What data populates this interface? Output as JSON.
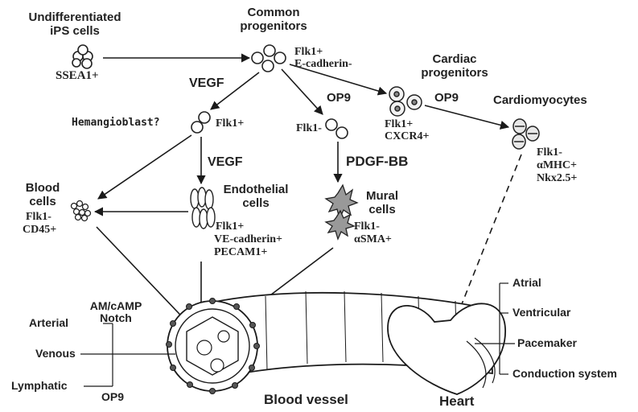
{
  "nodes": {
    "ips": {
      "title_line1": "Undifferentiated",
      "title_line2": "iPS cells",
      "marker": "SSEA1+"
    },
    "common": {
      "title_line1": "Common",
      "title_line2": "progenitors",
      "marker1": "Flk1+",
      "marker2": "E-cadherin-"
    },
    "cardiac": {
      "title_line1": "Cardiac",
      "title_line2": "progenitors",
      "marker1": "Flk1+",
      "marker2": "CXCR4+"
    },
    "cardiomyocytes": {
      "title": "Cardiomyocytes",
      "marker1": "Flk1-",
      "marker2": "αMHC+",
      "marker3": "Nkx2.5+"
    },
    "hemangioblast": {
      "title": "Hemangioblast?",
      "marker": "Flk1+"
    },
    "flk_neg": {
      "marker": "Flk1-"
    },
    "blood": {
      "title_line1": "Blood",
      "title_line2": "cells",
      "marker1": "Flk1-",
      "marker2": "CD45+"
    },
    "endothelial": {
      "title_line1": "Endothelial",
      "title_line2": "cells",
      "marker1": "Flk1+",
      "marker2": "VE-cadherin+",
      "marker3": "PECAM1+"
    },
    "mural": {
      "title_line1": "Mural",
      "title_line2": "cells",
      "marker1": "Flk1-",
      "marker2": "αSMA+"
    }
  },
  "factors": {
    "vegf_top": "VEGF",
    "vegf_mid": "VEGF",
    "op9_left": "OP9",
    "op9_right": "OP9",
    "pdgf": "PDGF-BB",
    "am_camp": "AM/cAMP",
    "notch": "Notch",
    "op9_bottom": "OP9"
  },
  "vessel": {
    "label": "Blood vessel",
    "types": [
      "Arterial",
      "Venous",
      "Lymphatic"
    ]
  },
  "heart": {
    "label": "Heart",
    "types": [
      "Atrial",
      "Ventricular",
      "Pacemaker",
      "Conduction system"
    ]
  }
}
